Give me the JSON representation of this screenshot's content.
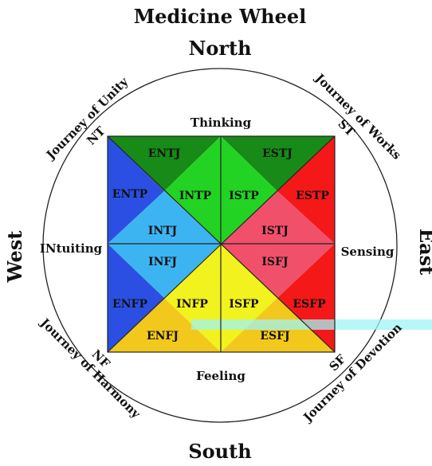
{
  "title": "Medicine Wheel",
  "directions": {
    "north": "North",
    "south": "South",
    "east": "East",
    "west": "West"
  },
  "functions": {
    "thinking": "Thinking",
    "feeling": "Feeling",
    "sensing": "Sensing",
    "intuiting": "INtuiting"
  },
  "corners": {
    "nt": "NT",
    "st": "ST",
    "nf": "NF",
    "sf": "SF"
  },
  "journeys": {
    "unity": "Journey of Unity",
    "works": "Journey of Works",
    "harmony": "Journey of Harmony",
    "devotion": "Journey of Devotion"
  },
  "types": {
    "entj": "ENTJ",
    "estj": "ESTJ",
    "entp": "ENTP",
    "intp": "INTP",
    "istp": "ISTP",
    "estp": "ESTP",
    "intj": "INTJ",
    "istj": "ISTJ",
    "infj": "INFJ",
    "isfj": "ISFJ",
    "enfp": "ENFP",
    "infp": "INFP",
    "isfp": "ISFP",
    "esfp": "ESFP",
    "enfj": "ENFJ",
    "esfj": "ESFJ"
  },
  "colors": {
    "dark_green": "#178a17",
    "green": "#23d323",
    "blue": "#2b4fe3",
    "light_blue": "#3db4f2",
    "red": "#f51818",
    "pink": "#f0506a",
    "yellow": "#f2f21e",
    "gold": "#f2c81c",
    "cyan_stripe": "#9ff4f4"
  }
}
